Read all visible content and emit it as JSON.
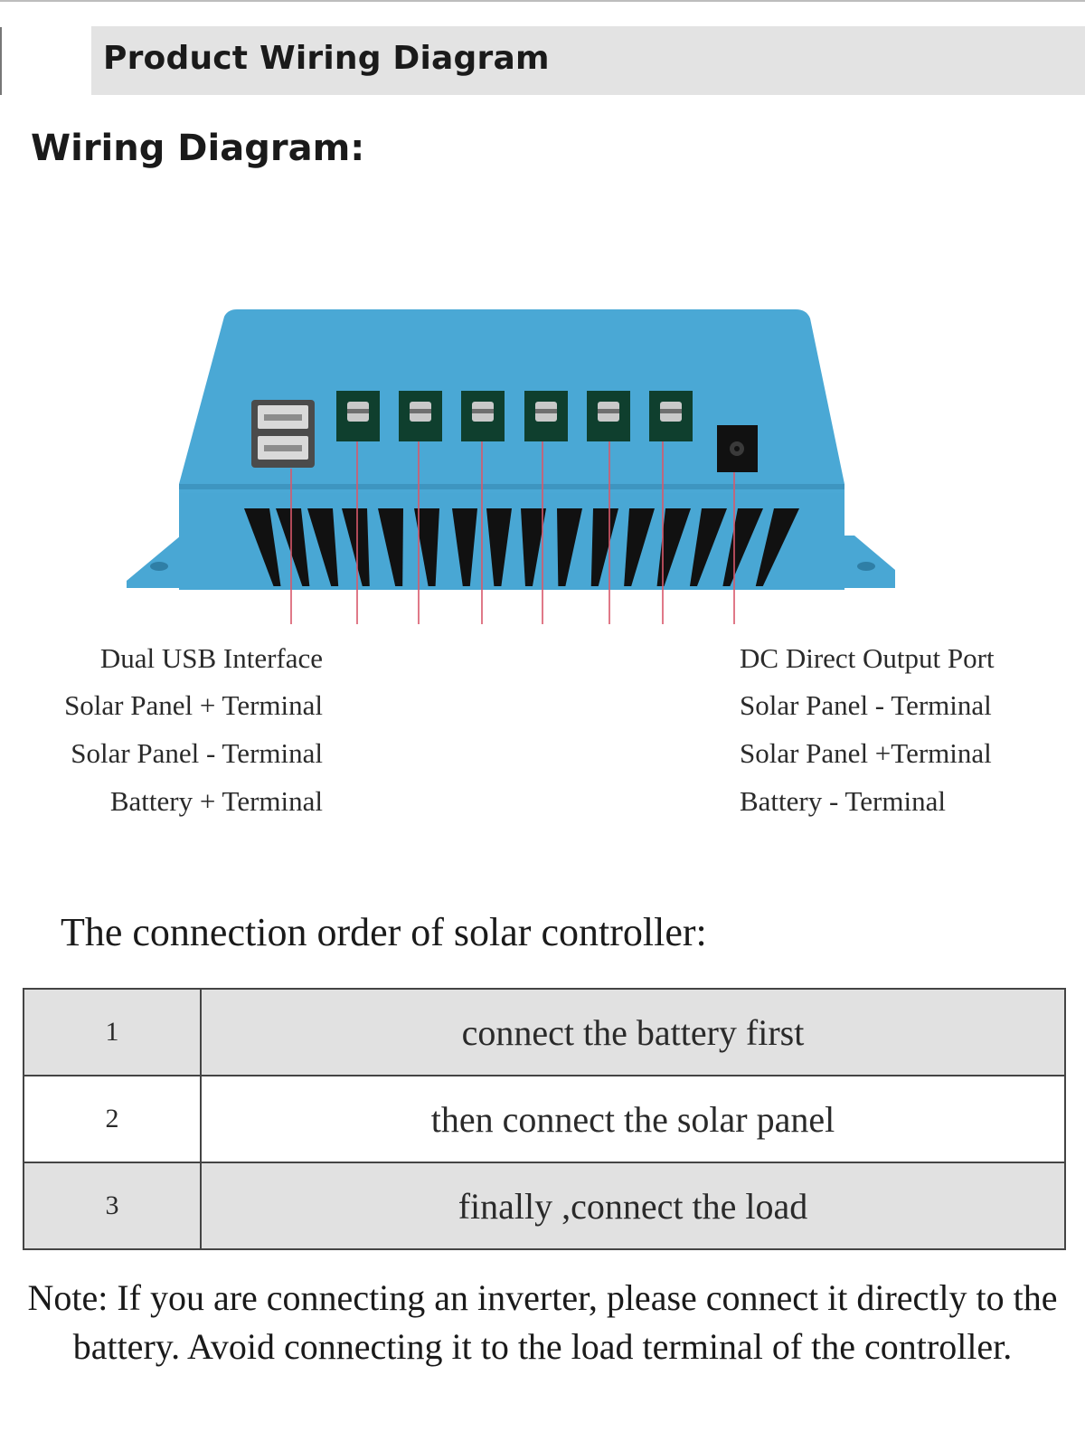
{
  "header": {
    "title": "Product Wiring Diagram"
  },
  "section_title": "Wiring Diagram:",
  "colors": {
    "housing": "#49a7d4",
    "housing_shadow": "#3e95c0",
    "terminal_green": "#0f3f2e",
    "leader_line": "#d9586a",
    "heatsink": "#111111",
    "header_band": "#e3e3e3"
  },
  "diagram": {
    "left_labels": [
      "Dual USB Interface",
      "Solar Panel + Terminal",
      "Solar Panel - Terminal",
      "Battery + Terminal"
    ],
    "right_labels": [
      "DC Direct Output Port",
      "Solar Panel - Terminal",
      "Solar Panel +Terminal",
      "Battery - Terminal"
    ]
  },
  "order": {
    "title": "The connection order of solar controller:",
    "rows": [
      {
        "num": "1",
        "text": "connect the battery first"
      },
      {
        "num": "2",
        "text": "then connect the solar panel"
      },
      {
        "num": "3",
        "text": "finally ,connect the load"
      }
    ]
  },
  "note": "Note: If you are connecting an inverter, please connect it directly to the battery. Avoid connecting it to the load terminal of the controller."
}
